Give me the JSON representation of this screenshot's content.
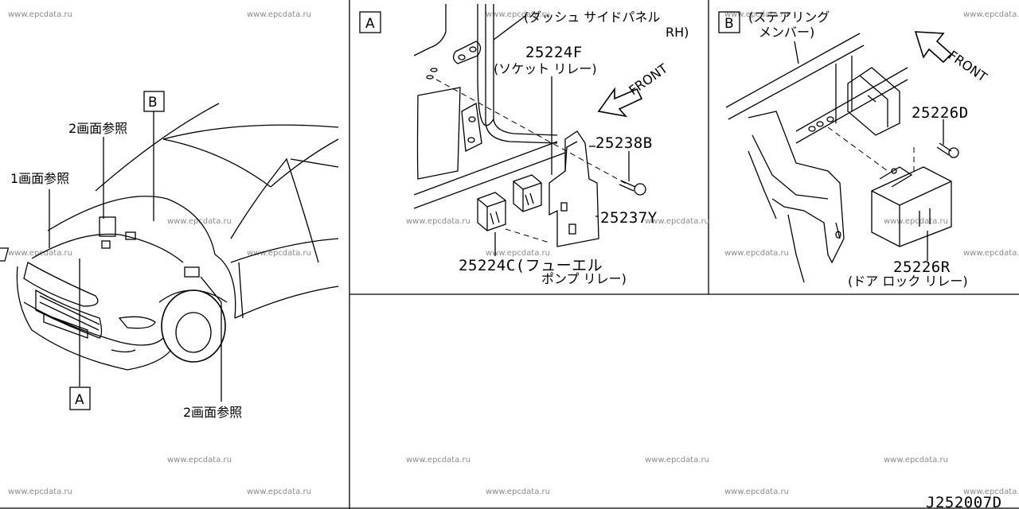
{
  "watermark": "www.epcdata.ru",
  "diagram_code": "J252007D",
  "overview": {
    "ref_1": "1画面参照",
    "ref_2_top": "2画面参照",
    "ref_2_bottom": "2画面参照",
    "box_a": "A",
    "box_b": "B"
  },
  "detail_a": {
    "box": "A",
    "dash_panel_1": "(ダッシュ サイドパネル",
    "dash_panel_2": "RH)",
    "part_25224F": "25224F",
    "socket_relay": "(ソケット リレー)",
    "front": "FRONT",
    "part_25238B": "25238B",
    "part_25237Y": "25237Y",
    "part_25224C": "25224C(フューエル",
    "fuel_pump_relay": "ポンプ リレー)"
  },
  "detail_b": {
    "box": "B",
    "steering_1": "(ステアリング",
    "steering_2": "メンバー)",
    "front": "FRONT",
    "part_25226D": "25226D",
    "part_25226R": "25226R",
    "door_lock_relay": "(ドア ロック リレー)"
  }
}
